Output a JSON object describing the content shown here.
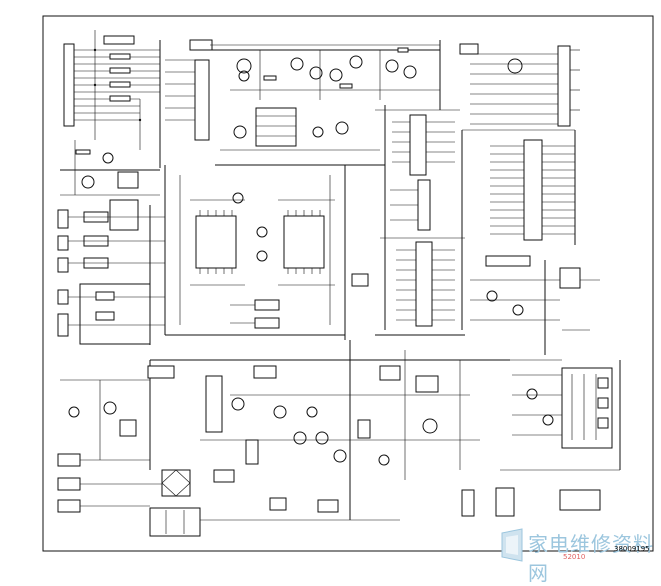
{
  "drawing_code": "38009195",
  "watermark": {
    "text": "家电维修资料网",
    "url": "52010"
  },
  "colors": {
    "line": "#111111",
    "background": "#ffffff",
    "watermark": "#9cc6de",
    "watermark_url": "#e06060"
  }
}
